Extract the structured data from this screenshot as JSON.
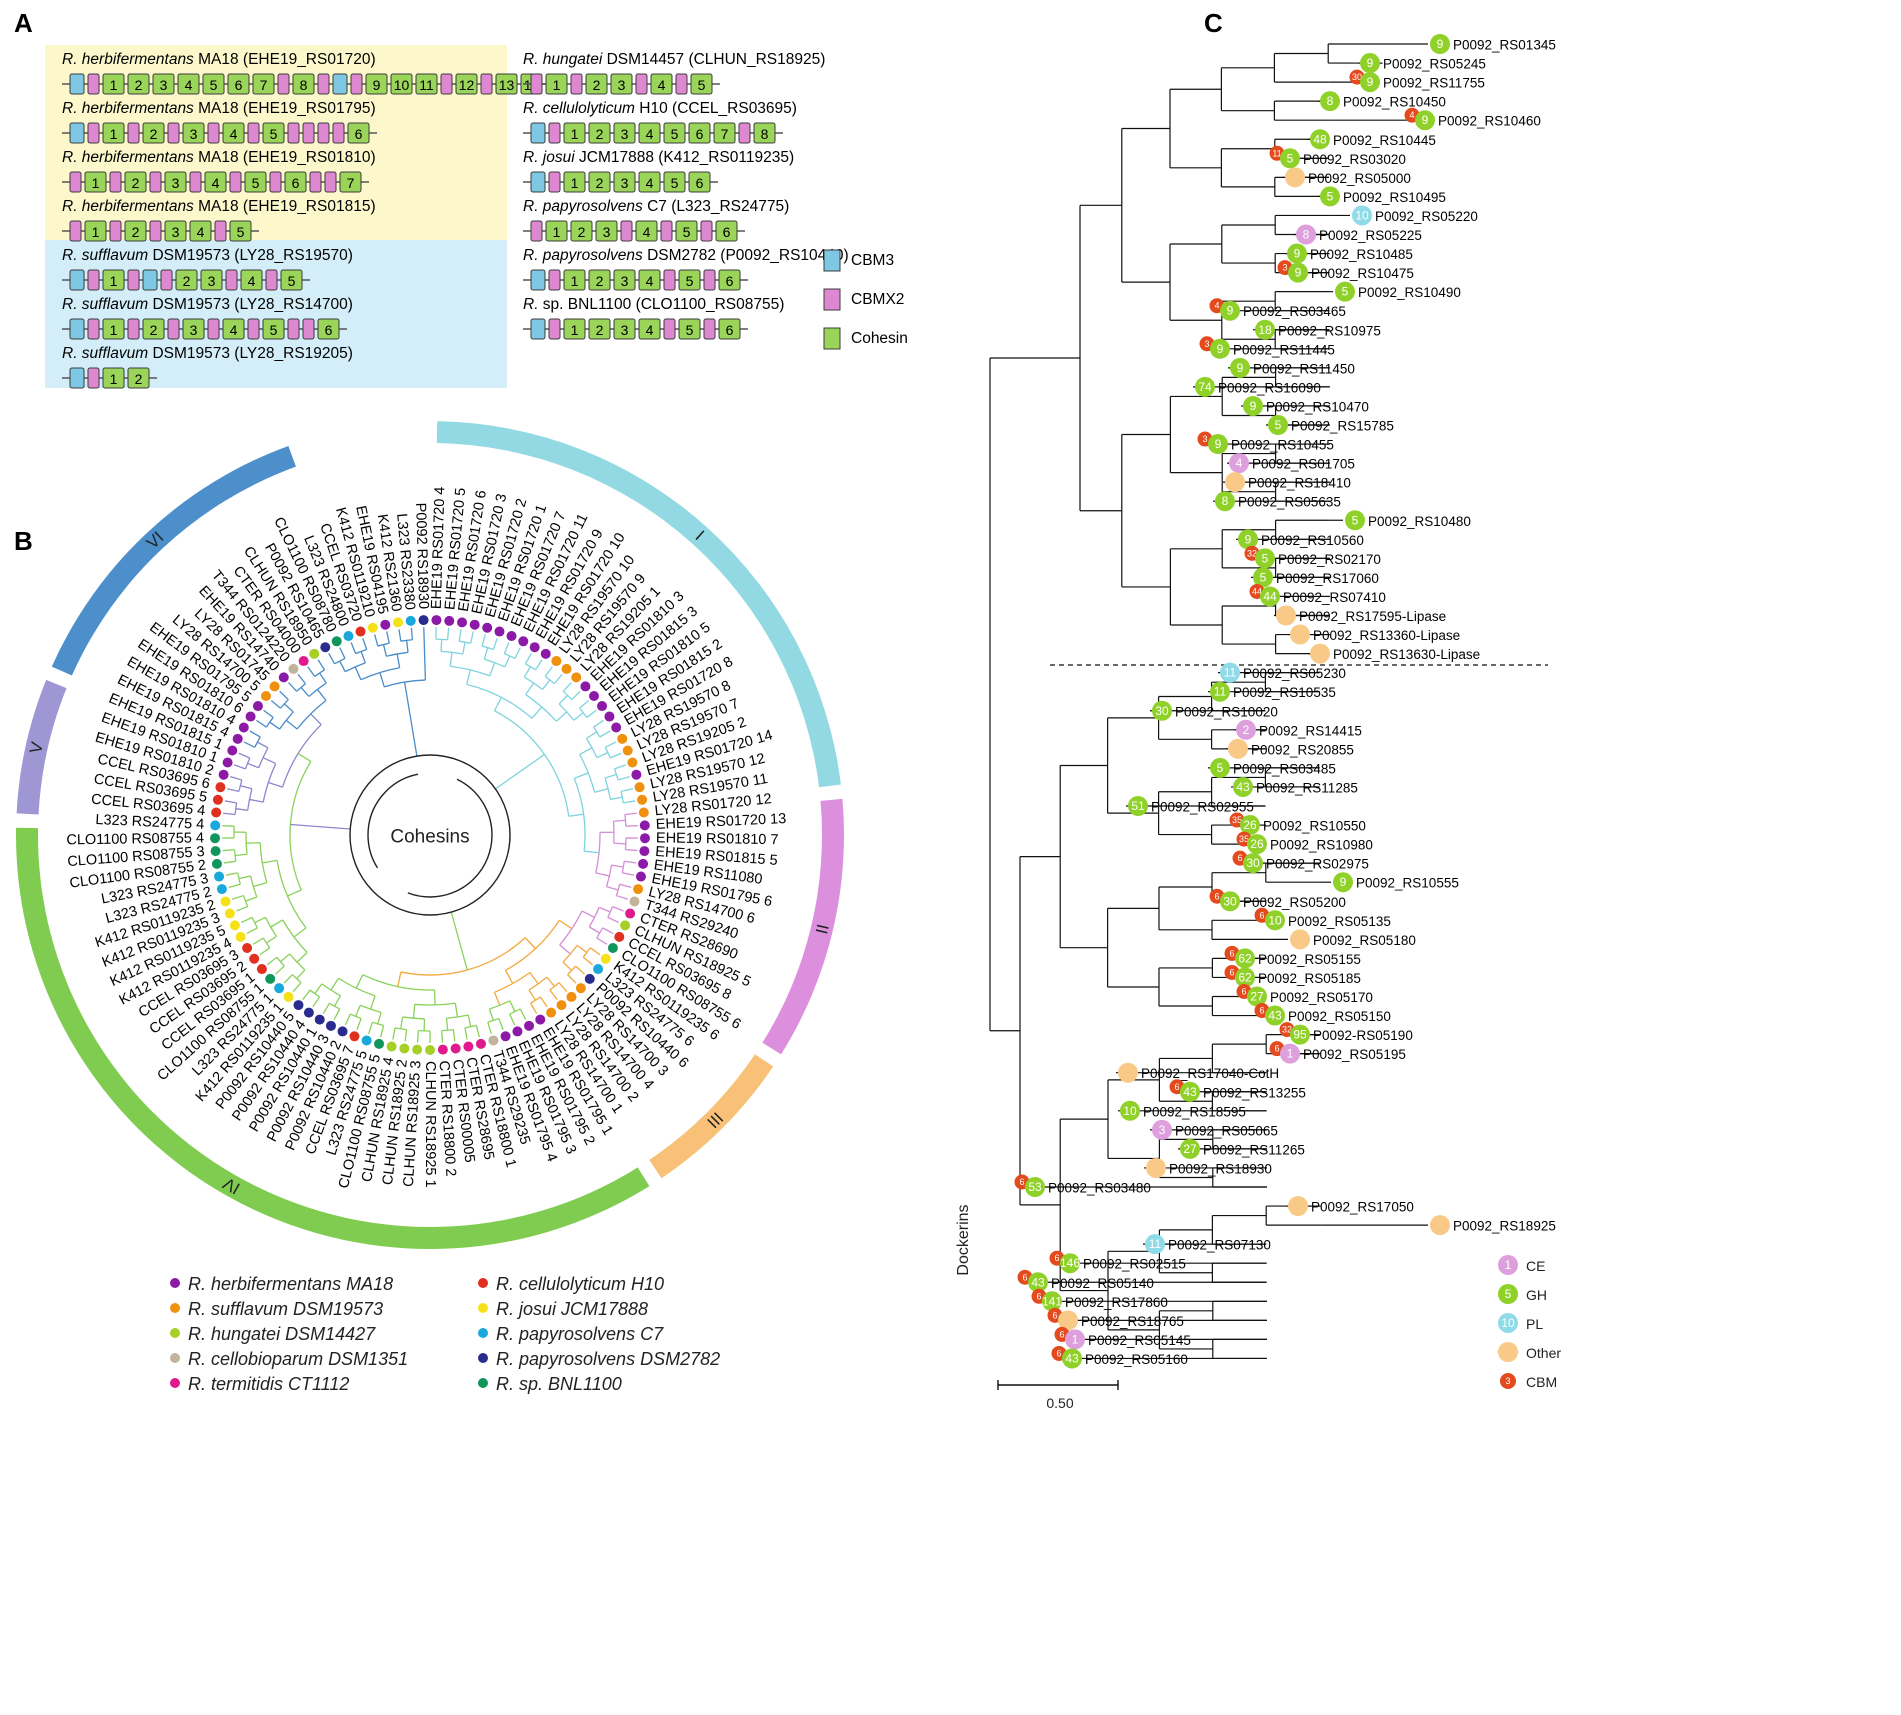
{
  "panels": {
    "a": "A",
    "b": "B",
    "c": "C"
  },
  "colors": {
    "cbm3": "#7ec8e3",
    "cbmx2": "#df88d2",
    "cohesin": "#9ad55a",
    "box_yellow": "#fcf8cc",
    "box_blue": "#d3eef8",
    "ring_I": "#93d9e3",
    "ring_II": "#dc8fdc",
    "ring_III": "#f9c177",
    "ring_IV": "#80cc50",
    "ring_V": "#9e97d4",
    "ring_VI": "#4d8fcb",
    "ce": "#dda0dd",
    "gh": "#8fd129",
    "pl": "#8fdbe8",
    "other": "#f9c987",
    "cbm": "#e34a1d"
  },
  "panel_a": {
    "left_yellow": [
      {
        "species": "R. herbifermentans",
        "rest": " MA18 (EHE19_RS01720)",
        "domains": [
          "c",
          "m",
          "1",
          "2",
          "3",
          "4",
          "5",
          "6",
          "7",
          "m",
          "8",
          "m",
          "c",
          "m",
          "9",
          "10",
          "11",
          "m",
          "12",
          "m",
          "13",
          "14"
        ]
      },
      {
        "species": "R. herbifermentans",
        "rest": " MA18 (EHE19_RS01795)",
        "domains": [
          "c",
          "m",
          "1",
          "m",
          "2",
          "m",
          "3",
          "m",
          "4",
          "m",
          "5",
          "m",
          "m",
          "m",
          "m",
          "6"
        ]
      },
      {
        "species": "R. herbifermentans",
        "rest": " MA18 (EHE19_RS01810)",
        "domains": [
          "m",
          "1",
          "m",
          "2",
          "m",
          "3",
          "m",
          "4",
          "m",
          "5",
          "m",
          "6",
          "m",
          "m",
          "7"
        ]
      },
      {
        "species": "R. herbifermentans",
        "rest": " MA18 (EHE19_RS01815)",
        "domains": [
          "m",
          "1",
          "m",
          "2",
          "m",
          "3",
          "4",
          "m",
          "5"
        ]
      }
    ],
    "left_blue": [
      {
        "species": "R. sufflavum",
        "rest": " DSM19573 (LY28_RS19570)",
        "domains": [
          "c",
          "m",
          "1",
          "m",
          "c",
          "m",
          "2",
          "3",
          "m",
          "4",
          "m",
          "5"
        ]
      },
      {
        "species": "R. sufflavum",
        "rest": " DSM19573 (LY28_RS14700)",
        "domains": [
          "c",
          "m",
          "1",
          "m",
          "2",
          "m",
          "3",
          "m",
          "4",
          "m",
          "5",
          "m",
          "m",
          "6"
        ]
      },
      {
        "species": "R. sufflavum",
        "rest": " DSM19573 (LY28_RS19205)",
        "domains": [
          "c",
          "m",
          "1",
          "2"
        ]
      }
    ],
    "right": [
      {
        "species": "R. hungatei",
        "rest": " DSM14457 (CLHUN_RS18925)",
        "domains": [
          "m",
          "1",
          "m",
          "2",
          "3",
          "m",
          "4",
          "m",
          "5"
        ]
      },
      {
        "species": "R. cellulolyticum",
        "rest": " H10 (CCEL_RS03695)",
        "domains": [
          "c",
          "m",
          "1",
          "2",
          "3",
          "4",
          "5",
          "6",
          "7",
          "m",
          "8"
        ]
      },
      {
        "species": "R. josui",
        "rest": " JCM17888 (K412_RS0119235)",
        "domains": [
          "c",
          "m",
          "1",
          "2",
          "3",
          "4",
          "5",
          "6"
        ]
      },
      {
        "species": "R. papyrosolvens",
        "rest": " C7 (L323_RS24775)",
        "domains": [
          "m",
          "1",
          "2",
          "3",
          "m",
          "4",
          "m",
          "5",
          "m",
          "6"
        ]
      },
      {
        "species": "R. papyrosolvens",
        "rest": " DSM2782 (P0092_RS10440)",
        "domains": [
          "c",
          "m",
          "1",
          "2",
          "3",
          "4",
          "m",
          "5",
          "m",
          "6"
        ]
      },
      {
        "species": "R.",
        "rest": " sp. BNL1100 (CLO1100_RS08755)",
        "domains": [
          "c",
          "m",
          "1",
          "2",
          "3",
          "4",
          "m",
          "5",
          "m",
          "6"
        ]
      }
    ],
    "legend": [
      {
        "key": "cbm3",
        "label": "CBM3"
      },
      {
        "key": "cbmx2",
        "label": "CBMX2"
      },
      {
        "key": "cohesin",
        "label": "Cohesin"
      }
    ]
  },
  "panel_b": {
    "center_label": "Cohesins",
    "ring_labels": [
      "I",
      "II",
      "III",
      "IV",
      "V",
      "VI"
    ],
    "leaves": [
      {
        "t": "EHE19 RS01720 4",
        "s": 0
      },
      {
        "t": "EHE19 RS01720 5",
        "s": 0
      },
      {
        "t": "EHE19 RS01720 6",
        "s": 0
      },
      {
        "t": "EHE19 RS01720 3",
        "s": 0
      },
      {
        "t": "EHE19 RS01720 2",
        "s": 0
      },
      {
        "t": "EHE19 RS01720 1",
        "s": 0
      },
      {
        "t": "EHE19 RS01720 7",
        "s": 0
      },
      {
        "t": "EHE19 RS01720 11",
        "s": 0
      },
      {
        "t": "EHE19 RS01720 9",
        "s": 0
      },
      {
        "t": "EHE19 RS01720 10",
        "s": 0
      },
      {
        "t": "LY28 RS19570 10",
        "s": 1
      },
      {
        "t": "LY28 RS19570 9",
        "s": 1
      },
      {
        "t": "LY28 RS19205 1",
        "s": 1
      },
      {
        "t": "EHE19 RS01810 3",
        "s": 0
      },
      {
        "t": "EHE19 RS01815 3",
        "s": 0
      },
      {
        "t": "EHE19 RS01810 5",
        "s": 0
      },
      {
        "t": "EHE19 RS01815 2",
        "s": 0
      },
      {
        "t": "EHE19 RS01720 8",
        "s": 0
      },
      {
        "t": "LY28 RS19570 8",
        "s": 1
      },
      {
        "t": "LY28 RS19570 7",
        "s": 1
      },
      {
        "t": "LY28 RS19205 2",
        "s": 1
      },
      {
        "t": "EHE19 RS01720 14",
        "s": 0
      },
      {
        "t": "LY28 RS19570 12",
        "s": 1
      },
      {
        "t": "LY28 RS19570 11",
        "s": 1
      },
      {
        "t": "LY28 RS01720 12",
        "s": 1
      },
      {
        "t": "EHE19 RS01720 13",
        "s": 0
      },
      {
        "t": "EHE19 RS01810 7",
        "s": 0
      },
      {
        "t": "EHE19 RS01815 5",
        "s": 0
      },
      {
        "t": "EHE19 RS11080",
        "s": 0
      },
      {
        "t": "EHE19 RS01795 6",
        "s": 0
      },
      {
        "t": "LY28 RS14700 6",
        "s": 1
      },
      {
        "t": "T344 RS29240",
        "s": 3
      },
      {
        "t": "CTER RS28690",
        "s": 4
      },
      {
        "t": "CLHUN RS18925 5",
        "s": 2
      },
      {
        "t": "CCEL RS03695 8",
        "s": 5
      },
      {
        "t": "CLO1100 RS08755 6",
        "s": 9
      },
      {
        "t": "K412 RS0119235 6",
        "s": 6
      },
      {
        "t": "L323 RS24775 6",
        "s": 7
      },
      {
        "t": "P0092 RS10440 6",
        "s": 8
      },
      {
        "t": "LY28 RS14700 3",
        "s": 1
      },
      {
        "t": "LY28 RS14700 4",
        "s": 1
      },
      {
        "t": "LY28 RS14700 2",
        "s": 1
      },
      {
        "t": "LY28 RS14700 1",
        "s": 1
      },
      {
        "t": "EHE19 RS01795 1",
        "s": 0
      },
      {
        "t": "EHE19 RS01795 2",
        "s": 0
      },
      {
        "t": "EHE19 RS01795 3",
        "s": 0
      },
      {
        "t": "EHE19 RS01795 4",
        "s": 0
      },
      {
        "t": "T344 RS29235",
        "s": 3
      },
      {
        "t": "CTER RS18800 1",
        "s": 4
      },
      {
        "t": "CTER RS28695",
        "s": 4
      },
      {
        "t": "CTER RS00005",
        "s": 4
      },
      {
        "t": "CTER RS18800 2",
        "s": 4
      },
      {
        "t": "CLHUN RS18925 1",
        "s": 2
      },
      {
        "t": "CLHUN RS18925 3",
        "s": 2
      },
      {
        "t": "CLHUN RS18925 2",
        "s": 2
      },
      {
        "t": "CLHUN RS18925 4",
        "s": 2
      },
      {
        "t": "CLO1100 RS08755 5",
        "s": 9
      },
      {
        "t": "L323 RS24775 5",
        "s": 7
      },
      {
        "t": "CCEL RS03695 7",
        "s": 5
      },
      {
        "t": "P0092 RS10440 2",
        "s": 8
      },
      {
        "t": "P0092 RS10440 3",
        "s": 8
      },
      {
        "t": "P0092 RS10440 1",
        "s": 8
      },
      {
        "t": "P0092 RS10440 4",
        "s": 8
      },
      {
        "t": "P0092 RS10440 5",
        "s": 8
      },
      {
        "t": "K412 RS0119235 1",
        "s": 6
      },
      {
        "t": "L323 RS24775 1",
        "s": 7
      },
      {
        "t": "CLO1100 RS08755 1",
        "s": 9
      },
      {
        "t": "CCEL RS03695 1",
        "s": 5
      },
      {
        "t": "CCEL RS03695 2",
        "s": 5
      },
      {
        "t": "CCEL RS03695 3",
        "s": 5
      },
      {
        "t": "K412 RS0119235 4",
        "s": 6
      },
      {
        "t": "K412 RS0119235 5",
        "s": 6
      },
      {
        "t": "K412 RS0119235 3",
        "s": 6
      },
      {
        "t": "K412 RS0119235 2",
        "s": 6
      },
      {
        "t": "L323 RS24775 2",
        "s": 7
      },
      {
        "t": "L323 RS24775 3",
        "s": 7
      },
      {
        "t": "CLO1100 RS08755 2",
        "s": 9
      },
      {
        "t": "CLO1100 RS08755 3",
        "s": 9
      },
      {
        "t": "CLO1100 RS08755 4",
        "s": 9
      },
      {
        "t": "L323 RS24775 4",
        "s": 7
      },
      {
        "t": "CCEL RS03695 4",
        "s": 5
      },
      {
        "t": "CCEL RS03695 5",
        "s": 5
      },
      {
        "t": "CCEL RS03695 6",
        "s": 5
      },
      {
        "t": "EHE19 RS01810 2",
        "s": 0
      },
      {
        "t": "EHE19 RS01810 1",
        "s": 0
      },
      {
        "t": "EHE19 RS01815 1",
        "s": 0
      },
      {
        "t": "EHE19 RS01815 4",
        "s": 0
      },
      {
        "t": "EHE19 RS01810 4",
        "s": 0
      },
      {
        "t": "EHE19 RS01810 6",
        "s": 0
      },
      {
        "t": "EHE19 RS01795 5",
        "s": 0
      },
      {
        "t": "LY28 RS14700 5",
        "s": 1
      },
      {
        "t": "LY28 RS01745",
        "s": 1
      },
      {
        "t": "EHE19 RS14740",
        "s": 0
      },
      {
        "t": "T344 RS0124220",
        "s": 3
      },
      {
        "t": "CTER RS04000",
        "s": 4
      },
      {
        "t": "CLHUN RS18950",
        "s": 2
      },
      {
        "t": "P0092 RS10465",
        "s": 8
      },
      {
        "t": "CLO1100 RS08780",
        "s": 9
      },
      {
        "t": "L323 RS24800",
        "s": 7
      },
      {
        "t": "CCEL RS03720",
        "s": 5
      },
      {
        "t": "K412 RS0119210",
        "s": 6
      },
      {
        "t": "EHE19 RS04195",
        "s": 0
      },
      {
        "t": "K412 RS21360",
        "s": 6
      },
      {
        "t": "L323 RS23380",
        "s": 7
      },
      {
        "t": "P0092 RS18930",
        "s": 8
      }
    ],
    "species_legend": [
      {
        "name": "R. herbifermentans MA18",
        "color": "#8c1aa6"
      },
      {
        "name": "R. sufflavum DSM19573",
        "color": "#f0900f"
      },
      {
        "name": "R. hungatei DSM14427",
        "color": "#a6d028"
      },
      {
        "name": "R. cellobioparum DSM1351",
        "color": "#c2b49c"
      },
      {
        "name": "R. termitidis CT1112",
        "color": "#e01a8c"
      },
      {
        "name": "R. cellulolyticum H10",
        "color": "#e0301f"
      },
      {
        "name": "R. josui JCM17888",
        "color": "#f5e11a"
      },
      {
        "name": "R. papyrosolvens C7",
        "color": "#18a8dc"
      },
      {
        "name": "R. papyrosolvens DSM2782",
        "color": "#2a2b8e"
      },
      {
        "name": "R. sp. BNL1100",
        "color": "#10955a"
      }
    ]
  },
  "panel_c": {
    "axis_label": "Dockerins",
    "scale_label": "0.50",
    "leaves": [
      {
        "n": "P0092_RS01345",
        "b": "9",
        "c": "gh"
      },
      {
        "n": "P0092_RS05245",
        "b": "9",
        "c": "gh"
      },
      {
        "n": "P0092_RS11755",
        "b": "9",
        "c": "gh",
        "cbm": "30"
      },
      {
        "n": "P0092_RS10450",
        "b": "8",
        "c": "gh"
      },
      {
        "n": "P0092_RS10460",
        "b": "9",
        "c": "gh",
        "cbm": "4"
      },
      {
        "n": "P0092_RS10445",
        "b": "48",
        "c": "gh"
      },
      {
        "n": "P0092_RS03020",
        "b": "5",
        "c": "gh",
        "cbm": "11"
      },
      {
        "n": "P0092_RS05000",
        "b": "",
        "c": "other"
      },
      {
        "n": "P0092_RS10495",
        "b": "5",
        "c": "gh"
      },
      {
        "n": "P0092_RS05220",
        "b": "10",
        "c": "pl"
      },
      {
        "n": "P0092_RS05225",
        "b": "8",
        "c": "ce"
      },
      {
        "n": "P0092_RS10485",
        "b": "9",
        "c": "gh"
      },
      {
        "n": "P0092_RS10475",
        "b": "9",
        "c": "gh",
        "cbm": "3"
      },
      {
        "n": "P0092_RS10490",
        "b": "5",
        "c": "gh"
      },
      {
        "n": "P0092_RS03465",
        "b": "9",
        "c": "gh",
        "cbm": "4"
      },
      {
        "n": "P0092_RS10975",
        "b": "18",
        "c": "gh"
      },
      {
        "n": "P0092_RS11445",
        "b": "9",
        "c": "gh",
        "cbm": "3"
      },
      {
        "n": "P0092_RS11450",
        "b": "9",
        "c": "gh"
      },
      {
        "n": "P0092_RS16090",
        "b": "74",
        "c": "gh"
      },
      {
        "n": "P0092_RS10470",
        "b": "9",
        "c": "gh"
      },
      {
        "n": "P0092_RS15785",
        "b": "5",
        "c": "gh"
      },
      {
        "n": "P0092_RS10455",
        "b": "9",
        "c": "gh",
        "cbm": "3"
      },
      {
        "n": "P0092_RS01705",
        "b": "4",
        "c": "ce"
      },
      {
        "n": "P0092_RS18410",
        "b": "",
        "c": "other"
      },
      {
        "n": "P0092_RS05635",
        "b": "8",
        "c": "gh"
      },
      {
        "n": "P0092_RS10480",
        "b": "5",
        "c": "gh"
      },
      {
        "n": "P0092_RS10560",
        "b": "9",
        "c": "gh"
      },
      {
        "n": "P0092_RS02170",
        "b": "5",
        "c": "gh",
        "cbm": "32"
      },
      {
        "n": "P0092_RS17060",
        "b": "5",
        "c": "gh"
      },
      {
        "n": "P0092_RS07410",
        "b": "44",
        "c": "gh",
        "cbm": "44"
      },
      {
        "n": "P0092_RS17595-Lipase",
        "b": "",
        "c": "other"
      },
      {
        "n": "P0092_RS13360-Lipase",
        "b": "",
        "c": "other"
      },
      {
        "n": "P0092_RS13630-Lipase",
        "b": "",
        "c": "other"
      },
      {
        "n": "P0092_RS05230",
        "b": "11",
        "c": "pl"
      },
      {
        "n": "P0092_RS10535",
        "b": "11",
        "c": "gh"
      },
      {
        "n": "P0092_RS10020",
        "b": "30",
        "c": "gh"
      },
      {
        "n": "P0092_RS14415",
        "b": "2",
        "c": "ce"
      },
      {
        "n": "P0092_RS20855",
        "b": "",
        "c": "other"
      },
      {
        "n": "P0092_RS03485",
        "b": "5",
        "c": "gh"
      },
      {
        "n": "P0092_RS11285",
        "b": "43",
        "c": "gh"
      },
      {
        "n": "P0092_RS02955",
        "b": "51",
        "c": "gh"
      },
      {
        "n": "P0092_RS10550",
        "b": "26",
        "c": "gh",
        "cbm": "35"
      },
      {
        "n": "P0092_RS10980",
        "b": "26",
        "c": "gh",
        "cbm": "35"
      },
      {
        "n": "P0092_RS02975",
        "b": "30",
        "c": "gh",
        "cbm": "6"
      },
      {
        "n": "P0092_RS10555",
        "b": "9",
        "c": "gh"
      },
      {
        "n": "P0092_RS05200",
        "b": "30",
        "c": "gh",
        "cbm": "6"
      },
      {
        "n": "P0092_RS05135",
        "b": "10",
        "c": "gh",
        "cbm": "6"
      },
      {
        "n": "P0092_RS05180",
        "b": "",
        "c": "other"
      },
      {
        "n": "P0092_RS05155",
        "b": "62",
        "c": "gh",
        "cbm": "6"
      },
      {
        "n": "P0092_RS05185",
        "b": "62",
        "c": "gh",
        "cbm": "6"
      },
      {
        "n": "P0092_RS05170",
        "b": "27",
        "c": "gh",
        "cbm": "6"
      },
      {
        "n": "P0092_RS05150",
        "b": "43",
        "c": "gh",
        "cbm": "6"
      },
      {
        "n": "P0092-RS05190",
        "b": "95",
        "c": "gh",
        "cbm": "32"
      },
      {
        "n": "P0092_RS05195",
        "b": "1",
        "c": "ce",
        "cbm": "6"
      },
      {
        "n": "P0092_RS17040-CotH",
        "b": "",
        "c": "other"
      },
      {
        "n": "P0092_RS13255",
        "b": "43",
        "c": "gh",
        "cbm": "6"
      },
      {
        "n": "P0092_RS18595",
        "b": "10",
        "c": "gh"
      },
      {
        "n": "P0092_RS05065",
        "b": "3",
        "c": "ce"
      },
      {
        "n": "P0092_RS11265",
        "b": "27",
        "c": "gh"
      },
      {
        "n": "P0092_RS18930",
        "b": "",
        "c": "other"
      },
      {
        "n": "P0092_RS03480",
        "b": "53",
        "c": "gh",
        "cbm": "6"
      },
      {
        "n": "P0092_RS17050",
        "b": "",
        "c": "other"
      },
      {
        "n": "P0092_RS18925",
        "b": "",
        "c": "other"
      },
      {
        "n": "P0092_RS07130",
        "b": "11",
        "c": "pl"
      },
      {
        "n": "P0092_RS02515",
        "b": "146",
        "c": "gh",
        "cbm": "6"
      },
      {
        "n": "P0092_RS05140",
        "b": "43",
        "c": "gh",
        "cbm": "6"
      },
      {
        "n": "P0092_RS17860",
        "b": "141",
        "c": "gh",
        "cbm": "6"
      },
      {
        "n": "P0092_RS18765",
        "b": "",
        "c": "other",
        "cbm": "6"
      },
      {
        "n": "P0092_RS05145",
        "b": "1",
        "c": "ce",
        "cbm": "6"
      },
      {
        "n": "P0092_RS05160",
        "b": "43",
        "c": "gh",
        "cbm": "6"
      }
    ],
    "legend": [
      {
        "num": "1",
        "key": "ce",
        "label": "CE"
      },
      {
        "num": "5",
        "key": "gh",
        "label": "GH"
      },
      {
        "num": "10",
        "key": "pl",
        "label": "PL"
      },
      {
        "num": "",
        "key": "other",
        "label": "Other"
      },
      {
        "num": "3",
        "key": "cbm",
        "label": "CBM"
      }
    ]
  }
}
